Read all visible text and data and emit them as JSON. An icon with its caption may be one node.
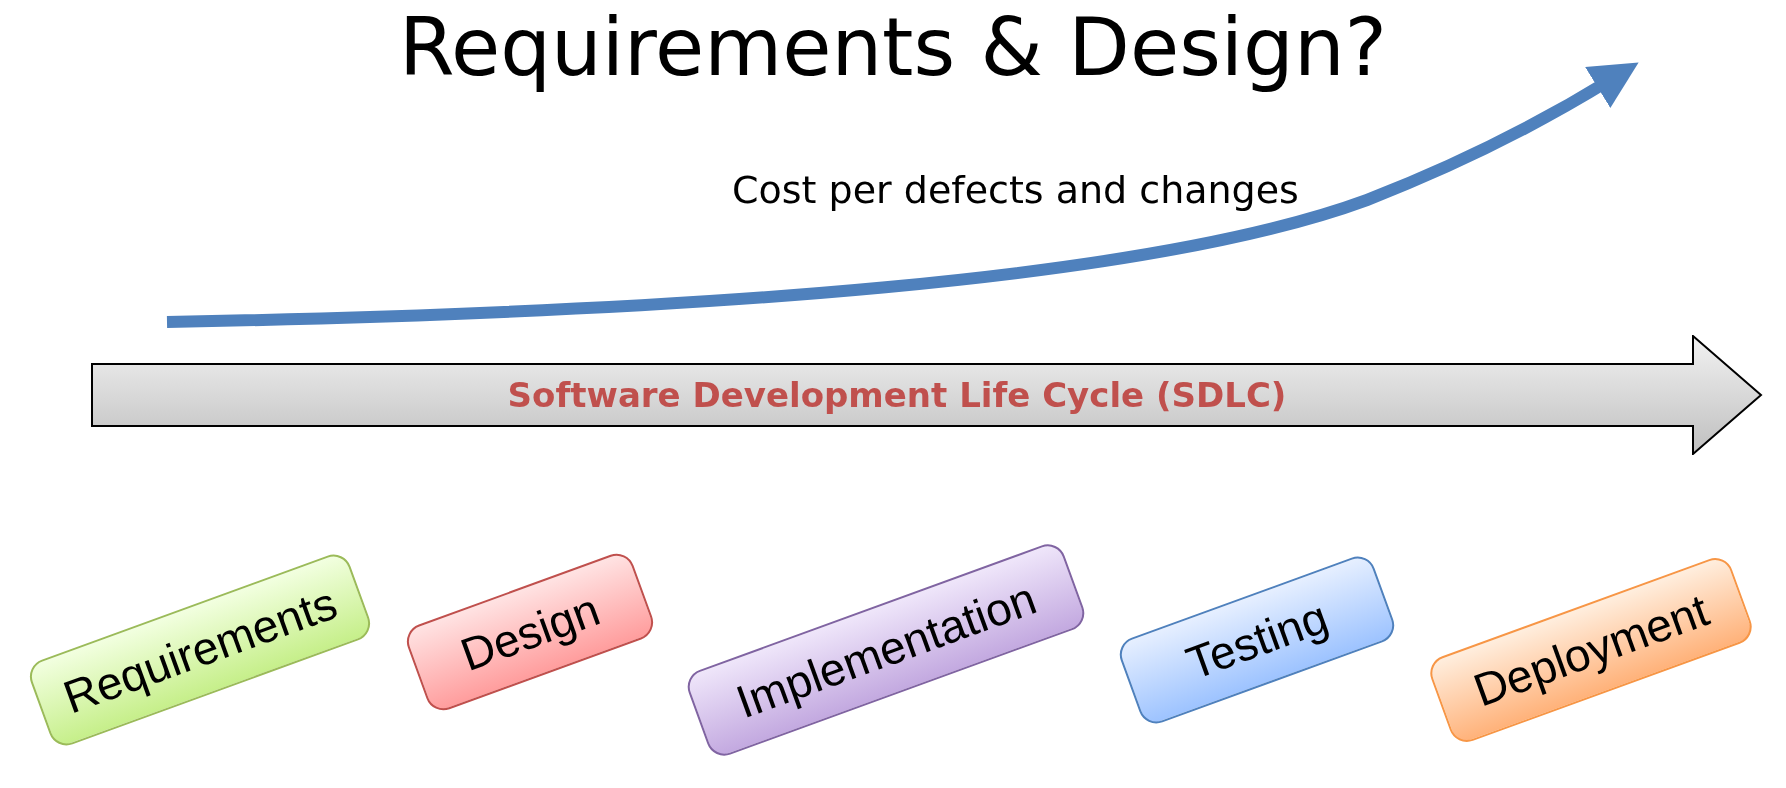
{
  "diagram": {
    "title": "Requirements & Design?",
    "nodes": [
      {
        "text": [
          "Software Development Life Cycle (SDLC)"
        ]
      },
      {
        "text": [
          "Requirements"
        ]
      },
      {
        "text": [
          "Design"
        ]
      },
      {
        "text": [
          "Implementation"
        ]
      },
      {
        "text": [
          "Testing"
        ]
      },
      {
        "text": [
          "Deployment"
        ]
      }
    ],
    "labels": [
      "Cost per defects and changes"
    ]
  }
}
